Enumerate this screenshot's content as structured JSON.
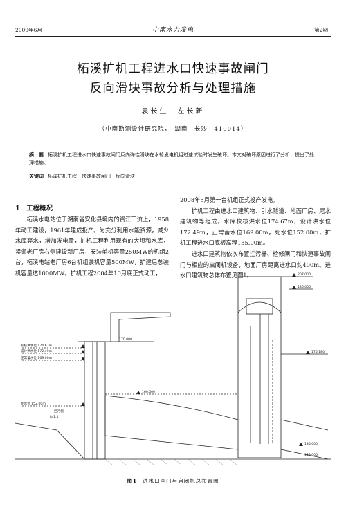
{
  "header": {
    "left": "2009年6月",
    "center": "中南水力发电",
    "right": "第2期"
  },
  "title": {
    "line1": "柘溪扩机工程进水口快速事故闸门",
    "line2": "反向滑块事故分析与处理措施"
  },
  "authors": "袁长生　左长新",
  "affiliation": "（中南勘测设计研究院，　湖南　长沙　410014）",
  "abstract": {
    "label": "摘　要",
    "text": "柘溪扩机工程进水口快速事故闸门反向弹性滑块在水轮发电机组过速试验时发生破坏。本文对破坏原因进行了分析，提出了处理措施。"
  },
  "keywords": {
    "label": "关键词",
    "text": "柘溪扩机工程　快速事故闸门　反向滑块"
  },
  "section1": {
    "title": "1　工程概况",
    "paragraph_left": "柘溪水电站位于湖南省安化县境内的资江干流上，1958年动工建设，1961年建成投产。为充分利用水能资源，减少水库弃水，增加发电量，扩机工程利用现有的大坝和水库，紧邻老厂房右侧建设新厂房，安装单机容量250MW的机组2台，柘溪电站老厂房6台机组装机容量500MW，扩建后总装机容量达1000MW。扩机工程2004年10月底正式动工，",
    "paragraph_right_1": "2008年5月第一台机组正式投产发电。",
    "paragraph_right_2": "扩机工程由进水口建筑物、引水隧道、地面厂房、尾水建筑物等组成。水库校核洪水位174.67m，设计洪水位172.49m，正常蓄水位169.00m，死水位152.00m，扩机工程进水口底板高程135.00m。",
    "paragraph_right_3": "进水口建筑物依次布置拦污栅、检修闸门和快速事故闸门与相应的启闭机设备，地面厂房距离进水口约400m。进水口建筑物总体布置见图1。"
  },
  "figure": {
    "labels": {
      "check_flood": "校核洪水位 174.67m",
      "design_flood": "设计洪水位 172.49m",
      "normal_level": "正常蓄水位 169.00m",
      "dead_level": "死水位 152.00m",
      "trashrack": "拦污栅",
      "el_207": "207.000",
      "el_186": "186.000",
      "el_175": "175.180",
      "el_170": "170.000",
      "el_160": "160.000",
      "el_135": "135.000",
      "el_133": "133.000",
      "slope": "i=1:1"
    },
    "caption_label": "图1",
    "caption_text": "进水口闸门与启闭机总布置图"
  }
}
